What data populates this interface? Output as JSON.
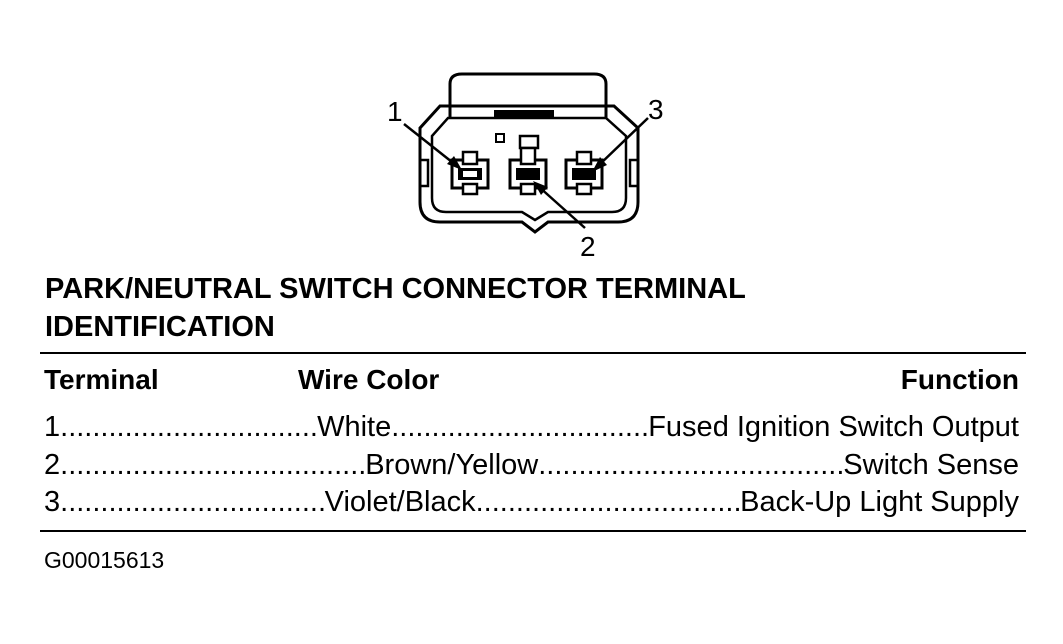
{
  "diagram": {
    "callouts": [
      "1",
      "2",
      "3"
    ]
  },
  "title": {
    "line1": "PARK/NEUTRAL SWITCH CONNECTOR TERMINAL",
    "line2": "IDENTIFICATION"
  },
  "table": {
    "headers": {
      "terminal": "Terminal",
      "wire_color": "Wire Color",
      "function": "Function"
    },
    "rows": [
      {
        "terminal": "1",
        "wire_color": "White",
        "function": "Fused Ignition Switch Output"
      },
      {
        "terminal": "2",
        "wire_color": "Brown/Yellow",
        "function": "Switch Sense"
      },
      {
        "terminal": "3",
        "wire_color": "Violet/Black",
        "function": "Back-Up Light Supply"
      }
    ]
  },
  "figure_id": "G00015613"
}
